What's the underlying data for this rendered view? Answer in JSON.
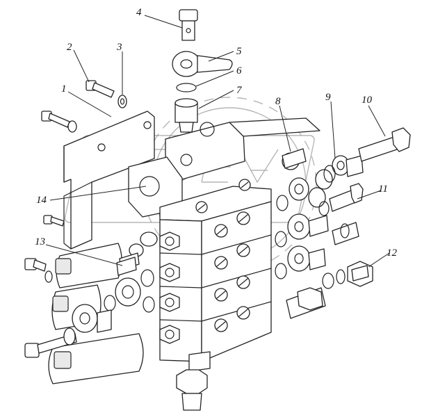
{
  "callouts": [
    "1",
    "2",
    "3",
    "4",
    "5",
    "6",
    "7",
    "8",
    "9",
    "10",
    "11",
    "12",
    "13",
    "14"
  ],
  "colors": {
    "ink": "#222222",
    "background": "#ffffff",
    "watermark": "#7a7a7a"
  }
}
